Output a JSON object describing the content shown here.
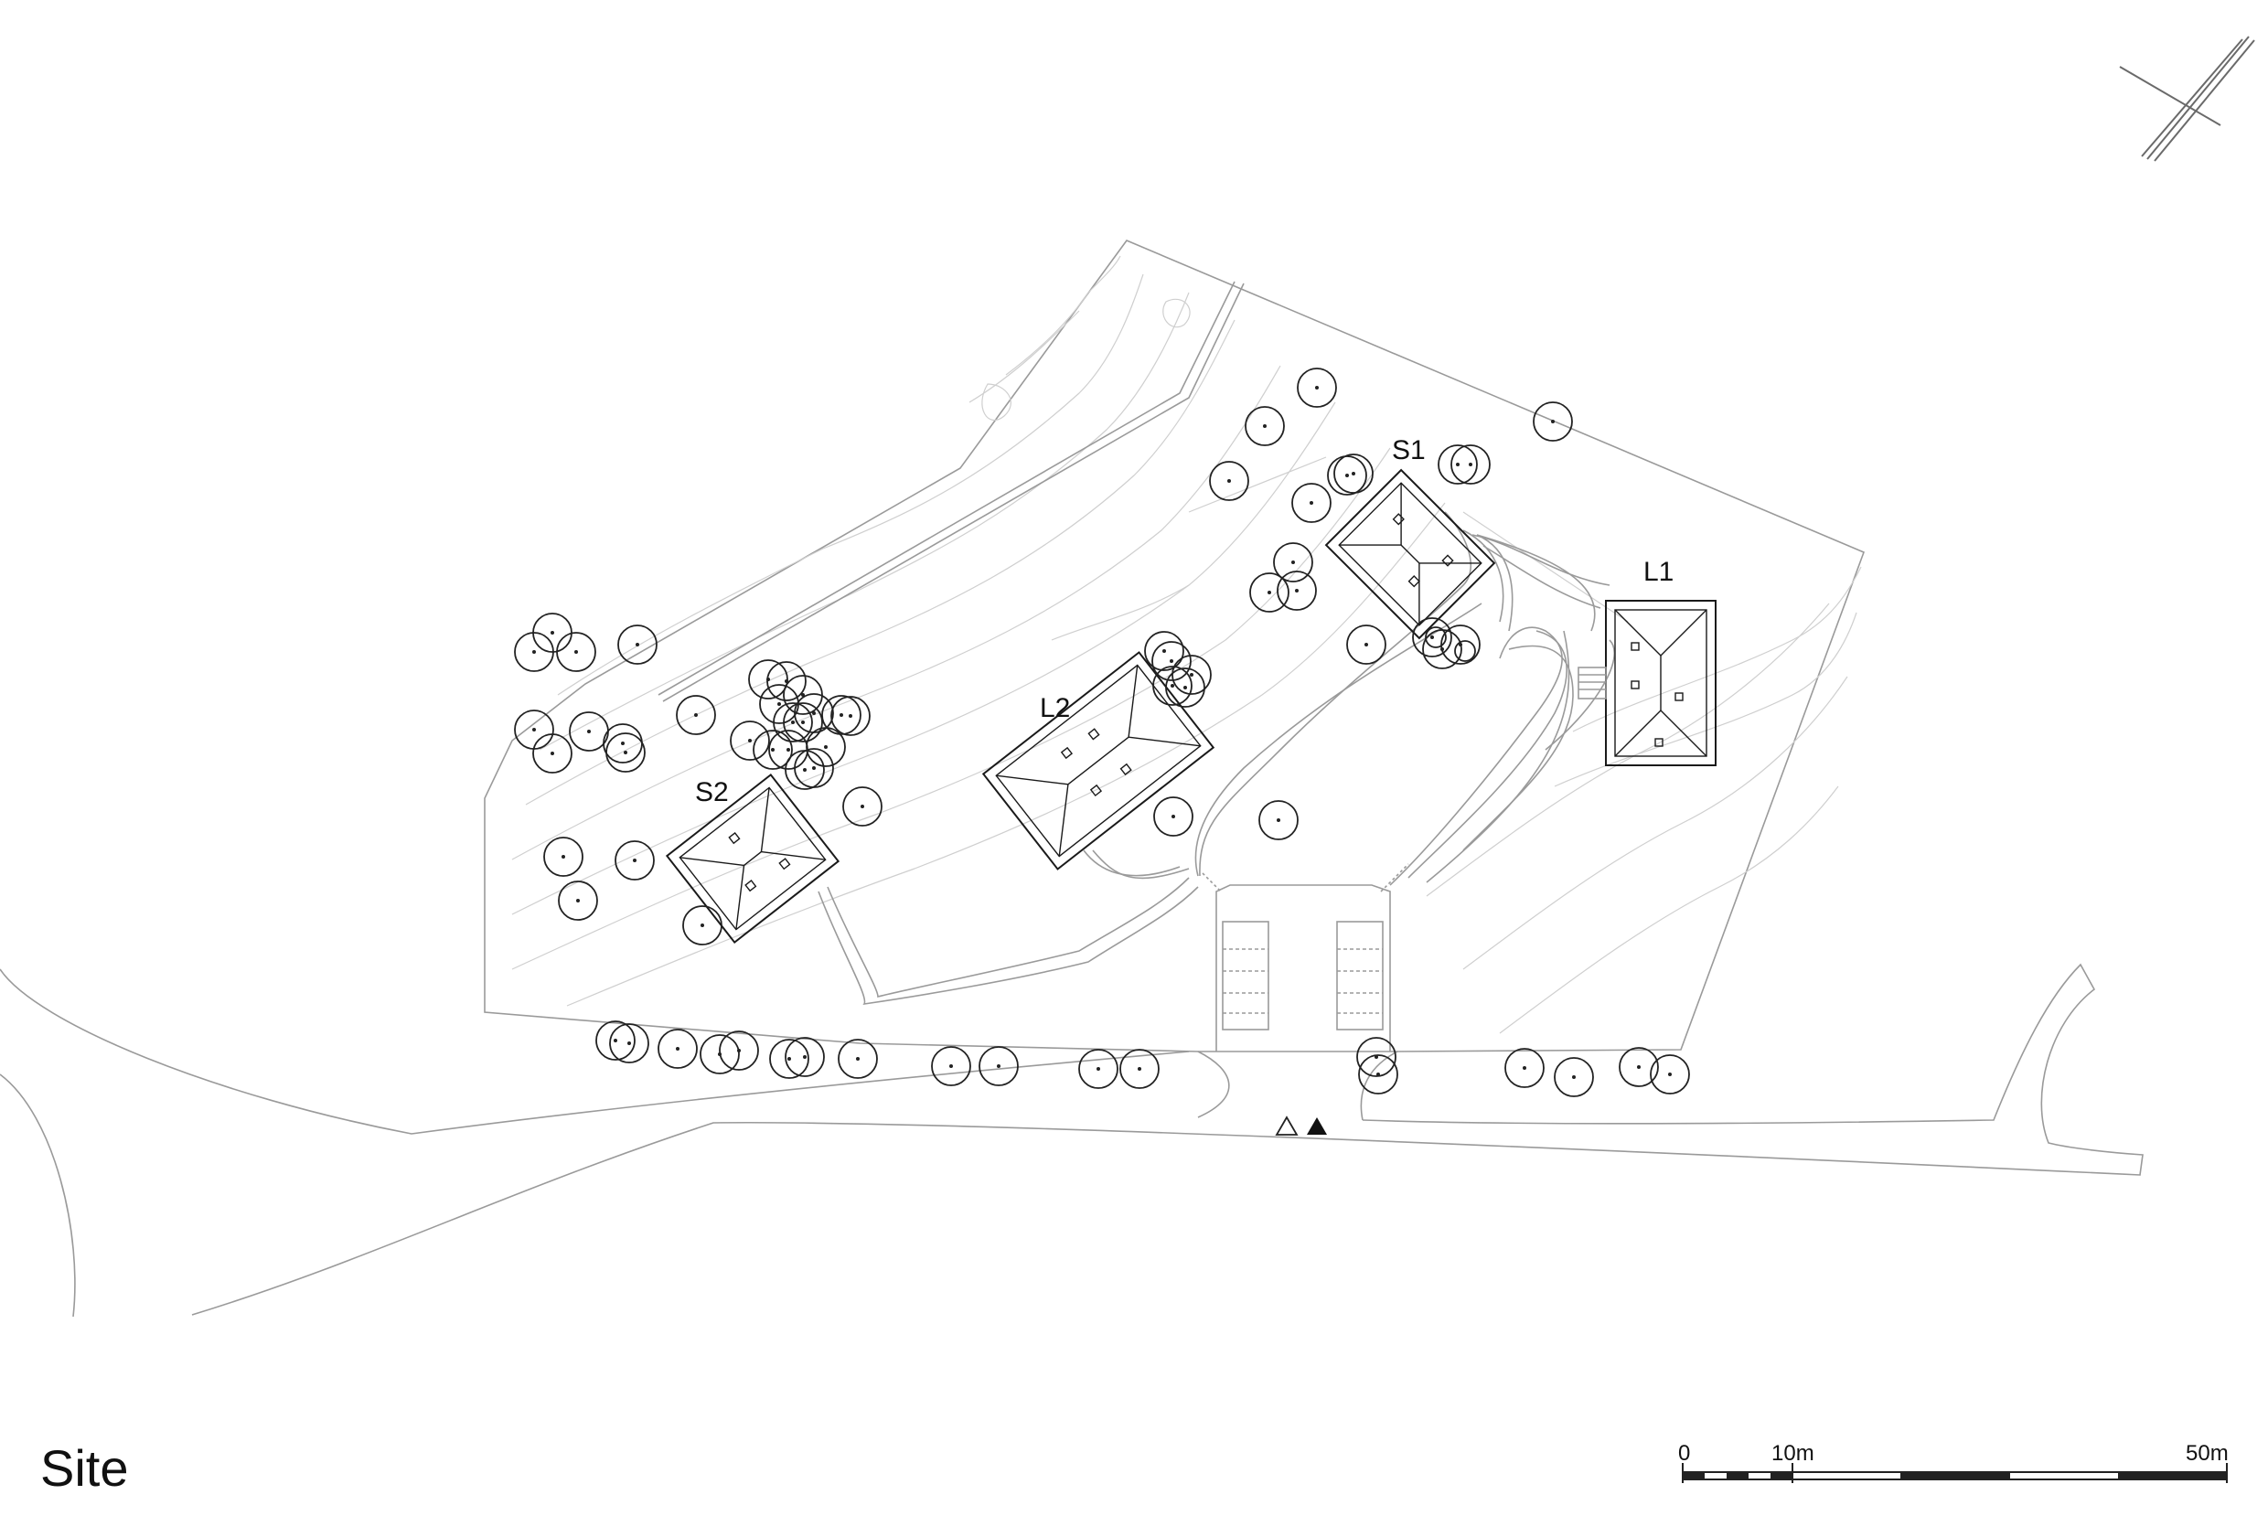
{
  "title": "Site",
  "buildings": [
    {
      "id": "S1",
      "label": "S1"
    },
    {
      "id": "L1",
      "label": "L1"
    },
    {
      "id": "L2",
      "label": "L2"
    },
    {
      "id": "S2",
      "label": "S2"
    }
  ],
  "scale_bar": {
    "label_0": "0",
    "label_10": "10m",
    "label_50": "50m"
  },
  "icons": [
    "north-arrow-icon",
    "entrance-triangle-outline-icon",
    "entrance-triangle-filled-icon"
  ]
}
